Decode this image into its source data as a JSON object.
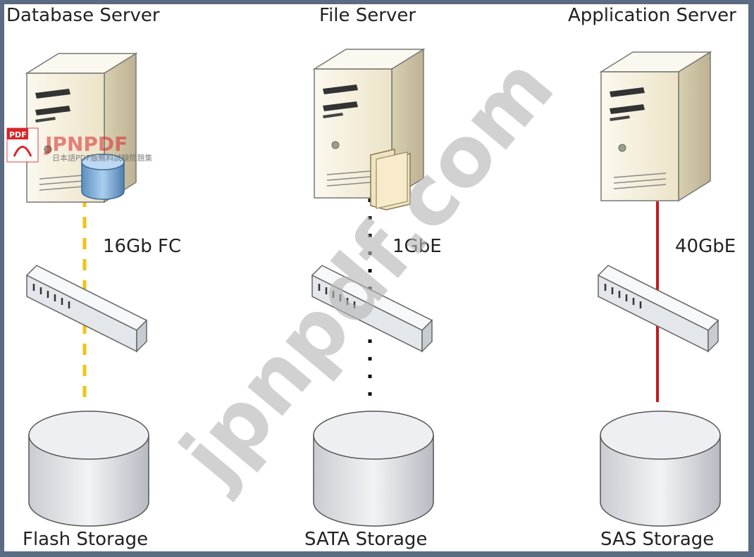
{
  "columns": [
    {
      "server_label": "Database Server",
      "link_label": "16Gb FC",
      "storage_label": "Flash Storage",
      "server_accessory": "database-cylinder-icon",
      "link_style": "dashed",
      "link_color": "#f2c318"
    },
    {
      "server_label": "File Server",
      "link_label": "1GbE",
      "storage_label": "SATA Storage",
      "server_accessory": "folder-icon",
      "link_style": "dotted",
      "link_color": "#111111"
    },
    {
      "server_label": "Application Server",
      "link_label": "40GbE",
      "storage_label": "SAS Storage",
      "server_accessory": "",
      "link_style": "solid",
      "link_color": "#c61a1a"
    }
  ],
  "watermark": {
    "text": "jpnpdf.com",
    "logo_text": "JPNPDF",
    "logo_badge": "PDF",
    "logo_subtitle": "日本語PDF版無料試験問題集"
  },
  "colors": {
    "frame": "#5a6b82",
    "server_body": "#f4eedc",
    "switch_body": "#eceff3",
    "storage_body": "#e6e8ec",
    "database_blue": "#7fb1de",
    "watermark_gray": "#c9c9c9",
    "logo_red": "#d7262a"
  }
}
